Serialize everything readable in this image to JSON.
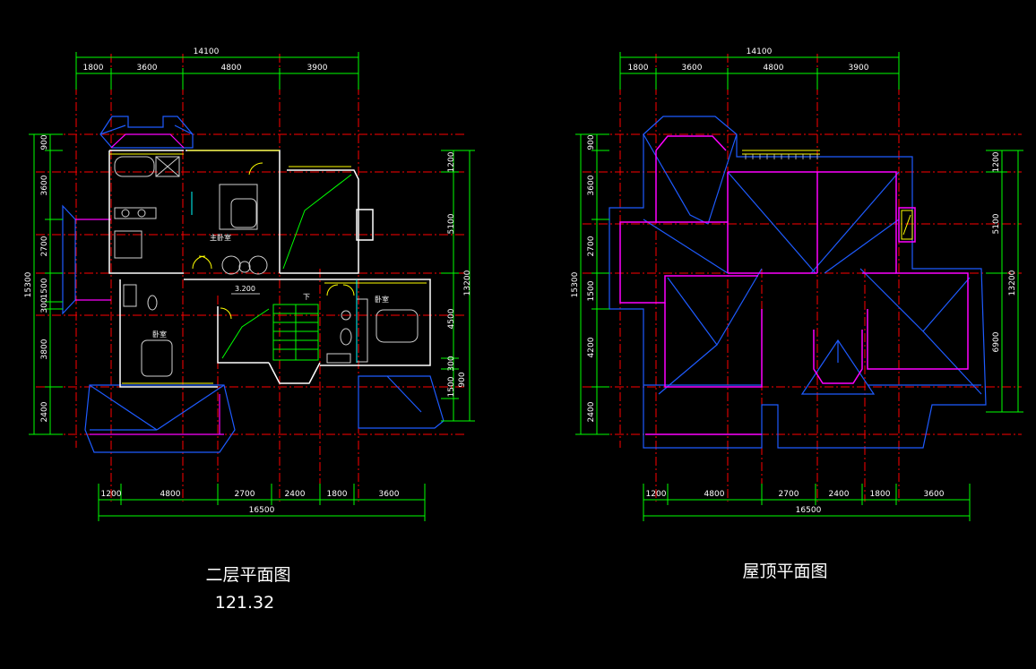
{
  "left_plan": {
    "top_total": "14100",
    "top_dims": [
      "1800",
      "3600",
      "4800",
      "3900"
    ],
    "bottom_total": "16500",
    "bottom_dims": [
      "1200",
      "4800",
      "2700",
      "2400",
      "1800",
      "3600"
    ],
    "left_total": "15300",
    "left_dims": [
      "900",
      "3600",
      "2700",
      "1500",
      "300",
      "3800",
      "2400"
    ],
    "right_total": "13200",
    "right_dims": [
      "1200",
      "5100",
      "4500",
      "300",
      "1500",
      "900"
    ],
    "rooms": [
      "主卧室",
      "卧室",
      "卧室"
    ],
    "level_mark": "3.200",
    "stair_mark": "下",
    "title": "二层平面图",
    "area": "121.32"
  },
  "right_plan": {
    "top_total": "14100",
    "top_dims": [
      "1800",
      "3600",
      "4800",
      "3900"
    ],
    "bottom_total": "16500",
    "bottom_dims": [
      "1200",
      "4800",
      "2700",
      "2400",
      "1800",
      "3600"
    ],
    "left_total": "15300",
    "left_dims": [
      "900",
      "3600",
      "2700",
      "1500",
      "4200",
      "2400"
    ],
    "right_total": "13200",
    "right_dims": [
      "1200",
      "5100",
      "6900"
    ],
    "title": "屋顶平面图"
  },
  "colors": {
    "background": "#000000",
    "dimension": "#00ff00",
    "wall_white": "#ffffff",
    "wall_yellow": "#ffff00",
    "roof_blue": "#1e5bff",
    "roof_magenta": "#ff00ff",
    "axis_red": "#ff0000",
    "text": "#ffffff"
  }
}
